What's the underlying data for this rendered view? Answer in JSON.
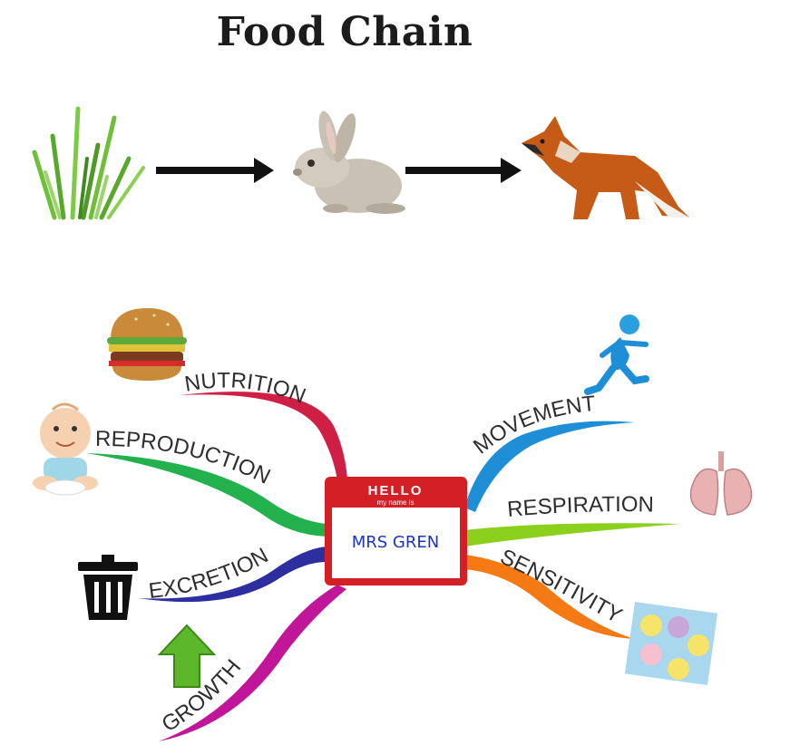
{
  "title": "Food Chain",
  "food_chain": [
    {
      "organism": "grass",
      "icon": "grass-icon"
    },
    {
      "organism": "rabbit",
      "icon": "rabbit-icon"
    },
    {
      "organism": "fox",
      "icon": "fox-icon"
    }
  ],
  "badge": {
    "hello": "HELLO",
    "subtitle": "my name is",
    "name": "MRS GREN"
  },
  "branches": [
    {
      "id": "nutrition",
      "label": "NUTRITION",
      "color": "#d01f45",
      "icon": "burger-icon"
    },
    {
      "id": "reproduction",
      "label": "REPRODUCTION",
      "color": "#22b14c",
      "icon": "baby-icon"
    },
    {
      "id": "excretion",
      "label": "EXCRETION",
      "color": "#2d2fa0",
      "icon": "trash-can-icon"
    },
    {
      "id": "growth",
      "label": "GROWTH",
      "color": "#c2169a",
      "icon": "growth-arrow-icon"
    },
    {
      "id": "movement",
      "label": "MOVEMENT",
      "color": "#1e8fd6",
      "icon": "running-figure-icon"
    },
    {
      "id": "respiration",
      "label": "RESPIRATION",
      "color": "#8bd01c",
      "icon": "lungs-icon"
    },
    {
      "id": "sensitivity",
      "label": "SENSITIVITY",
      "color": "#f57a14",
      "icon": "senses-icon"
    }
  ]
}
